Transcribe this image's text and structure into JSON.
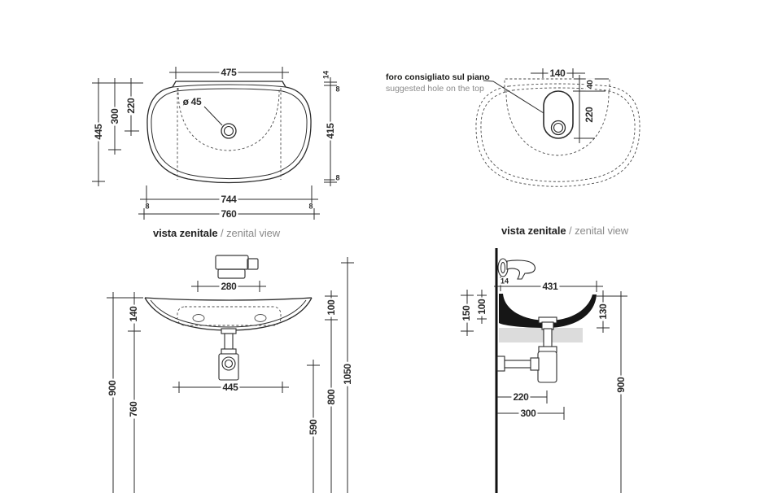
{
  "views": {
    "top_left": {
      "caption_bold": "vista zenitale",
      "caption_light": " / zenital view",
      "dims": {
        "ledge_width": "475",
        "drain_diameter": "ø 45",
        "drain_offset": "220",
        "bowl_depth": "300",
        "total_depth": "445",
        "ledge_lip": "14",
        "rim_top": "8",
        "inner_depth": "415",
        "rim_bottom": "8",
        "inner_width": "744",
        "rim_left": "8",
        "rim_right": "8",
        "total_width": "760"
      }
    },
    "top_right": {
      "caption_bold": "vista zenitale",
      "caption_light": " / zenital view",
      "note_bold": "foro consigliato sul piano",
      "note_light": "suggested hole on the top",
      "dims": {
        "hole_width": "140",
        "hole_offset": "40",
        "hole_height": "220"
      }
    },
    "bottom_left": {
      "dims": {
        "tap_hole_spacing": "280",
        "basin_height": "140",
        "rim_height": "900",
        "underside_height": "760",
        "front_drop": "100",
        "trap_clearance": "590",
        "drain_level": "800",
        "tap_level": "1050",
        "base_width": "445"
      }
    },
    "bottom_right": {
      "dims": {
        "wall_gap": "14",
        "total_depth": "431",
        "rear_drop_outer": "150",
        "rear_drop_inner": "100",
        "front_drop": "130",
        "drain_from_wall": "220",
        "outlet_from_wall": "300",
        "rim_height": "900"
      }
    }
  }
}
